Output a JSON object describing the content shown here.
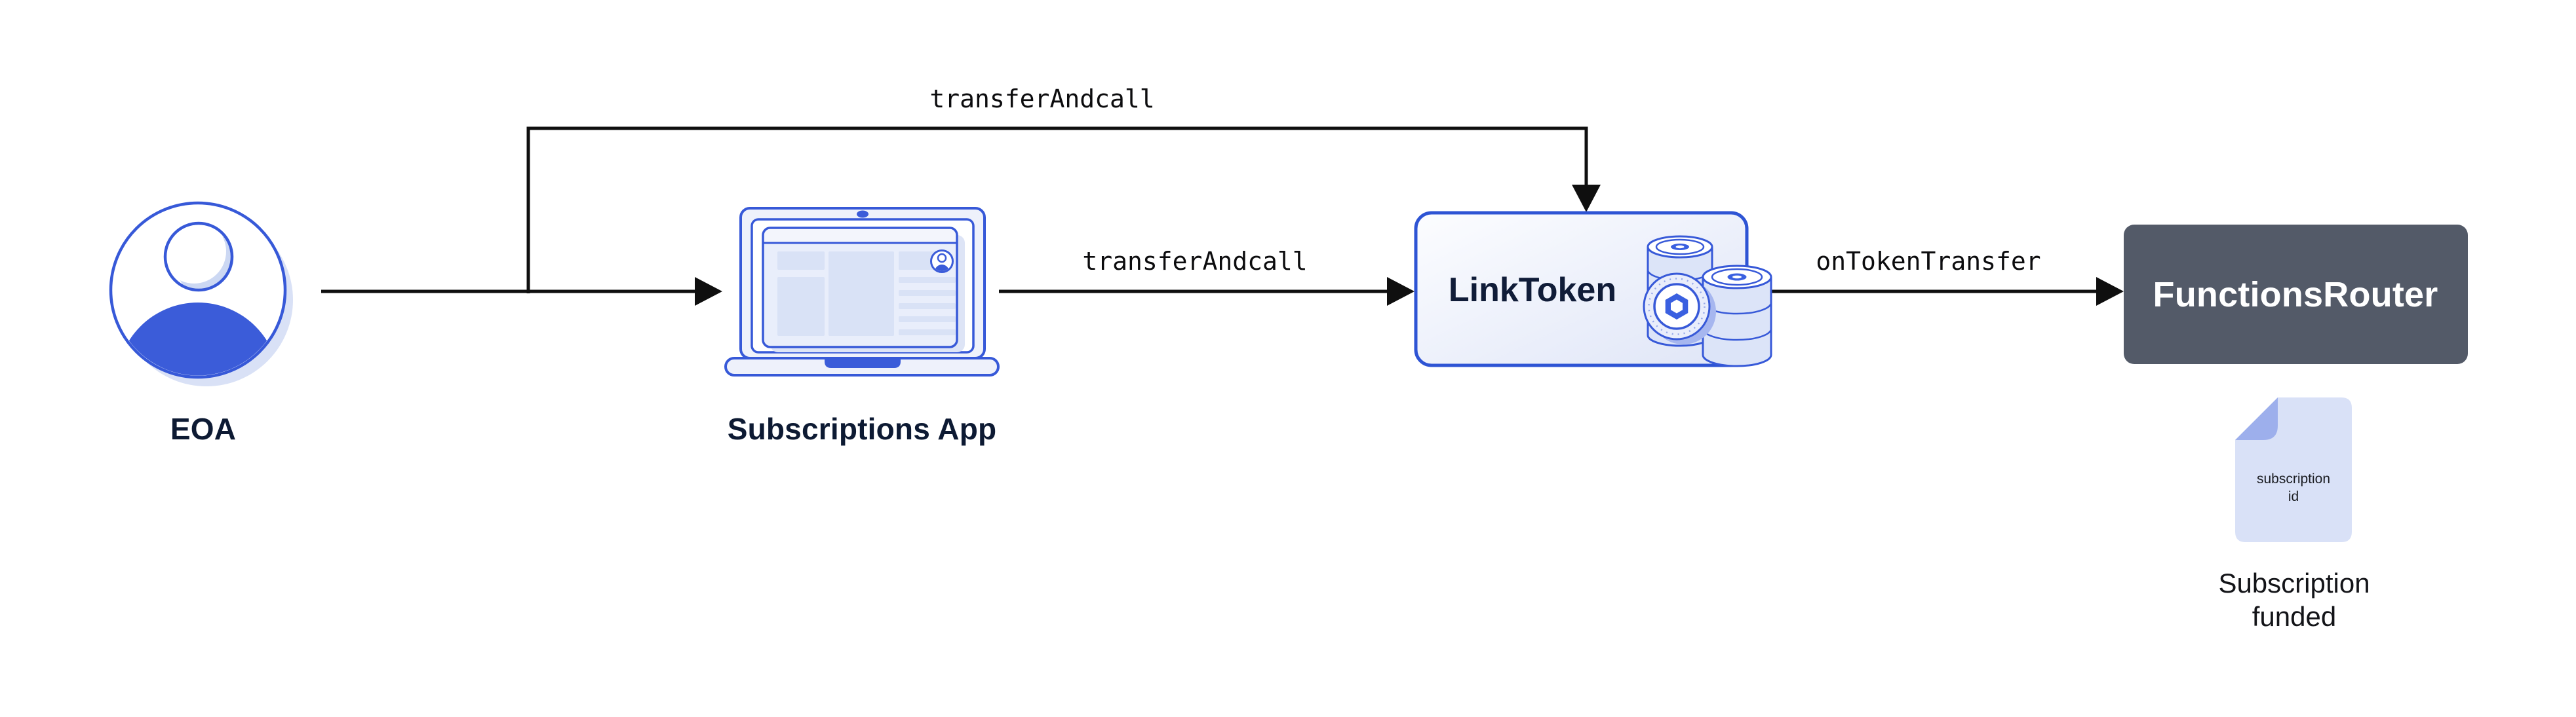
{
  "nodes": {
    "eoa": {
      "label": "EOA",
      "icon": "person-avatar-icon"
    },
    "subscriptions_app": {
      "label": "Subscriptions App",
      "icon": "laptop-browser-icon"
    },
    "link_token": {
      "label": "LinkToken",
      "icon": "link-coin-stack-icon"
    },
    "functions_router": {
      "label": "FunctionsRouter"
    }
  },
  "edges": {
    "eoa_to_app": {
      "from": "eoa",
      "to": "subscriptions_app",
      "label": ""
    },
    "eoa_to_link_token": {
      "from": "eoa",
      "to": "link_token",
      "label": "transferAndcall"
    },
    "app_to_link_token": {
      "from": "subscriptions_app",
      "to": "link_token",
      "label": "transferAndcall"
    },
    "link_token_to_functions_router": {
      "from": "link_token",
      "to": "functions_router",
      "label": "onTokenTransfer"
    }
  },
  "artifact": {
    "document_lines": [
      "subscription",
      "id"
    ],
    "caption_lines": [
      "Subscription",
      "funded"
    ]
  },
  "colors": {
    "background": "#ffffff",
    "accent_blue": "#3759d8",
    "solid_blue_fill": "#3b5cd9",
    "light_blue_shadow": "#d9e1f6",
    "panel_fill": "#e9eefb",
    "block_fill": "#d9e2f6",
    "box_border_blue": "#2e54d4",
    "box_gradient_start": "#fcfdff",
    "box_gradient_end": "#dfe5f7",
    "router_background": "#535a68",
    "dark_text": "#0d1a33",
    "arrow_black": "#0f0f0f",
    "document_fill": "#d9e1f7",
    "document_fold": "#9dafec",
    "hexagon_blue": "#3a60e0"
  }
}
